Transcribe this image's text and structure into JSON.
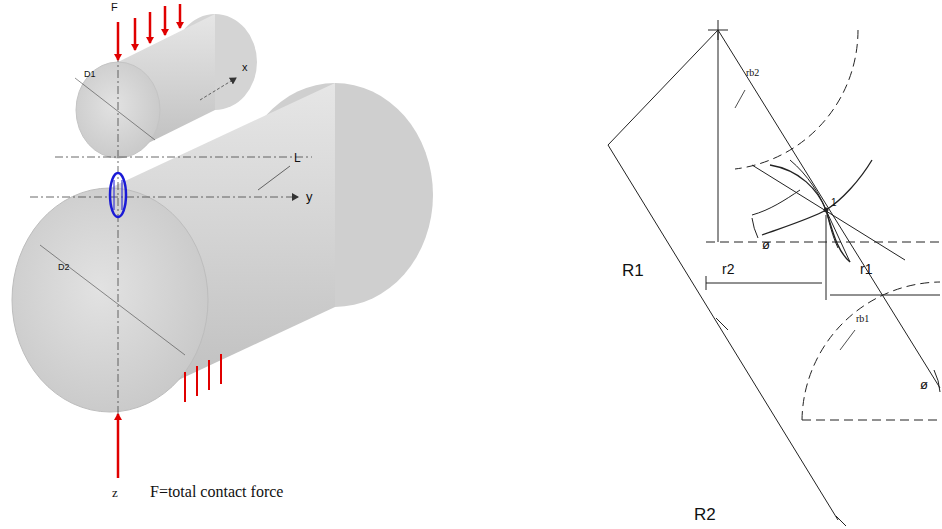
{
  "diagram": {
    "labels": [
      "F",
      "x",
      "D1",
      "L",
      "y",
      "D2",
      "z",
      "F=total contact force",
      "R1",
      "r2",
      "rb2",
      "ø",
      "1",
      "r1",
      "rb1",
      "ø",
      "R2"
    ]
  }
}
